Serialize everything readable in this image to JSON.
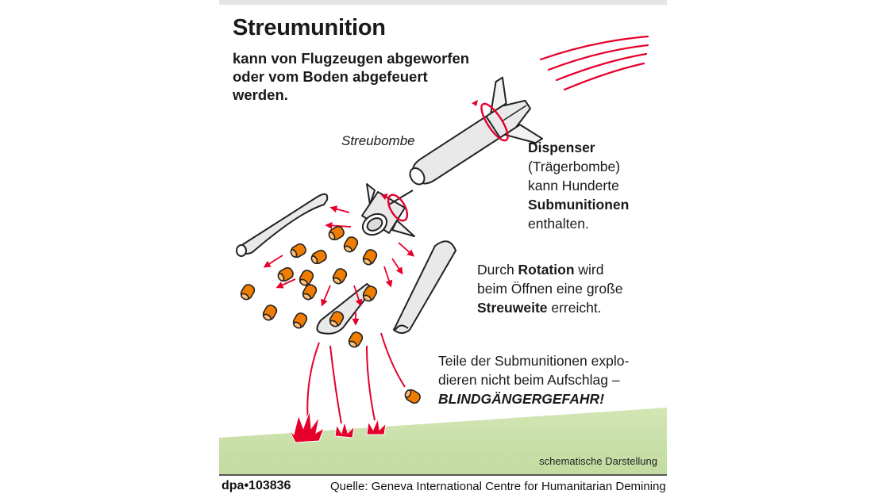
{
  "title": "Streumunition",
  "subtitle_lines": [
    "kann von Flugzeugen abgeworfen",
    "oder vom Boden abgefeuert",
    "werden."
  ],
  "label_streubombe": "Streubombe",
  "dispenser": {
    "bold1": "Dispenser",
    "line2": "(Trägerbombe)",
    "line3": "kann Hunderte",
    "bold4": "Submunitionen",
    "line5": "enthalten."
  },
  "rotation": {
    "pre": "Durch ",
    "bold1": "Rotation",
    "mid1": " wird",
    "line2": "beim Öffnen eine große",
    "bold2": "Streuweite",
    "post": " erreicht."
  },
  "warning": {
    "line1": "Teile der Submunitionen explo-",
    "line2": "dieren nicht beim Aufschlag –",
    "emph": "BLINDGÄNGERGEFAHR!"
  },
  "note": "schematische Darstellung",
  "footer": {
    "agency": "dpa•103836",
    "source": "Quelle: Geneva International Centre for Humanitarian Demining"
  },
  "colors": {
    "accent_red": "#e4002b",
    "submunition_orange": "#f07d00",
    "ground_green": "#c6dea6",
    "bomb_grey": "#e9e9e9"
  }
}
